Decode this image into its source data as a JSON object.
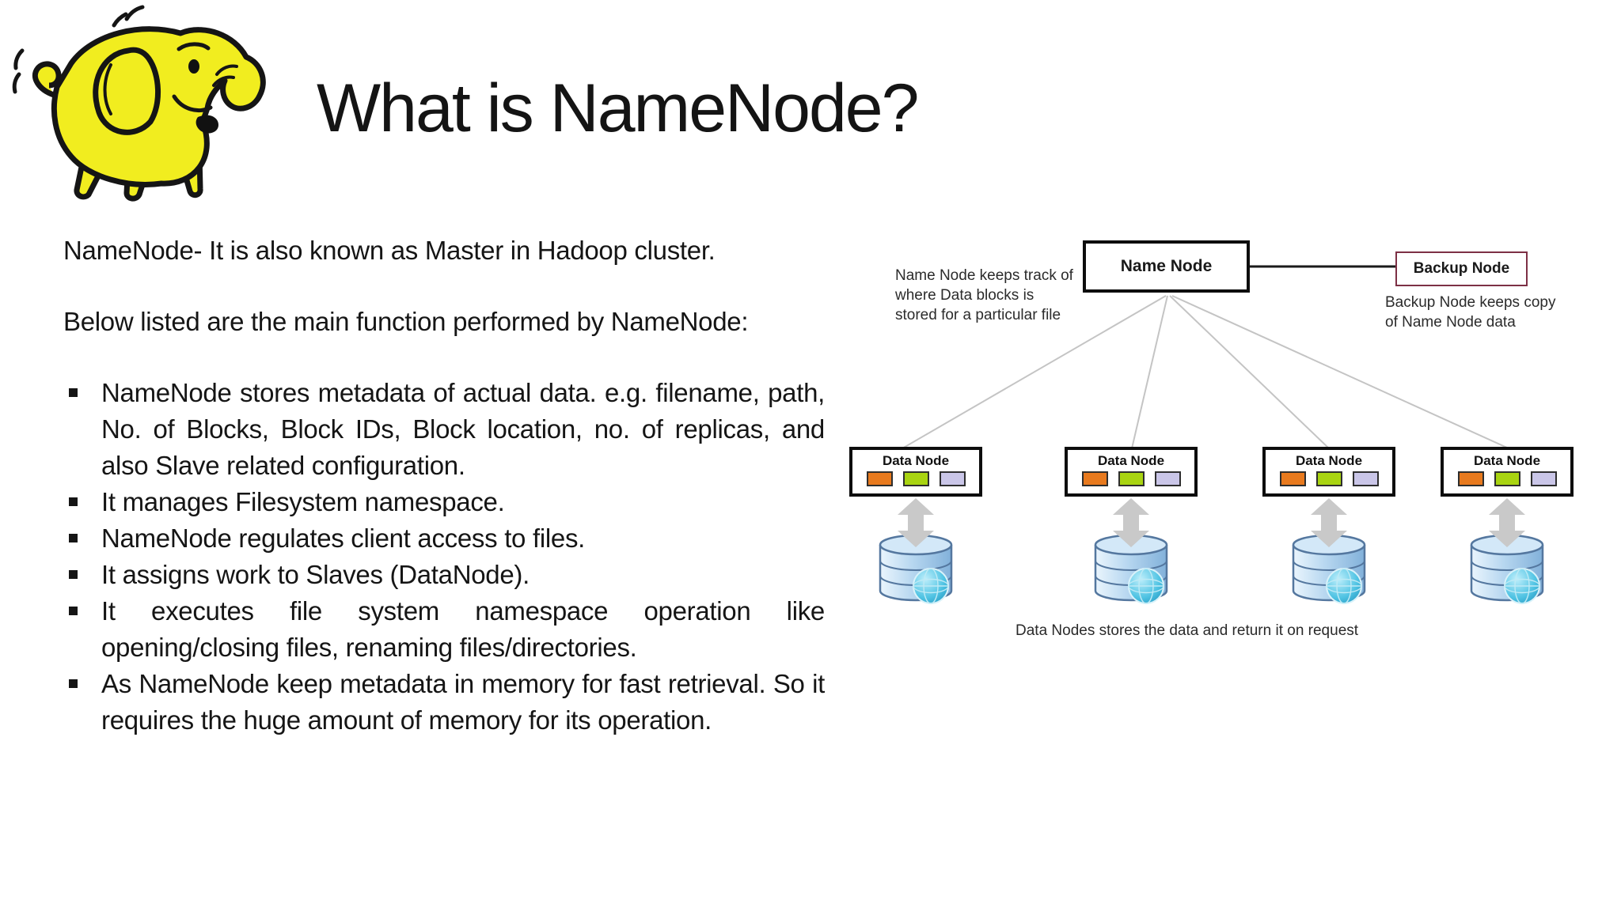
{
  "slide": {
    "title": "What is NameNode?",
    "logo": "hadoop-elephant-logo"
  },
  "content": {
    "intro": "NameNode- It is also known as Master in Hadoop cluster.",
    "subheading": "Below listed are the main function performed by NameNode:",
    "bullets": [
      "NameNode stores metadata of actual data. e.g. filename, path, No. of Blocks, Block IDs, Block location, no. of replicas, and also Slave related configuration.",
      "It manages Filesystem namespace.",
      "NameNode regulates client access to files.",
      "It assigns work to Slaves (DataNode).",
      "It executes file system namespace operation like opening/closing files, renaming files/directories.",
      "As NameNode keep metadata in memory for fast retrieval. So it requires the huge amount of memory for its operation."
    ]
  },
  "diagram": {
    "name_node": {
      "label": "Name Node",
      "annotation": "Name Node keeps track of\nwhere Data blocks is\nstored for a particular file"
    },
    "backup_node": {
      "label": "Backup Node",
      "annotation": "Backup Node keeps copy\nof Name Node data"
    },
    "data_nodes": [
      {
        "label": "Data Node"
      },
      {
        "label": "Data Node"
      },
      {
        "label": "Data Node"
      },
      {
        "label": "Data Node"
      }
    ],
    "caption": "Data Nodes stores the data and return it on request",
    "colors": {
      "block_orange": "#e87a1e",
      "block_green": "#a9d411",
      "block_lavender": "#cac6e8",
      "backup_border": "#7d3045",
      "connector_gray": "#c4c4c4",
      "arrow_gray": "#c9c9c9"
    }
  }
}
